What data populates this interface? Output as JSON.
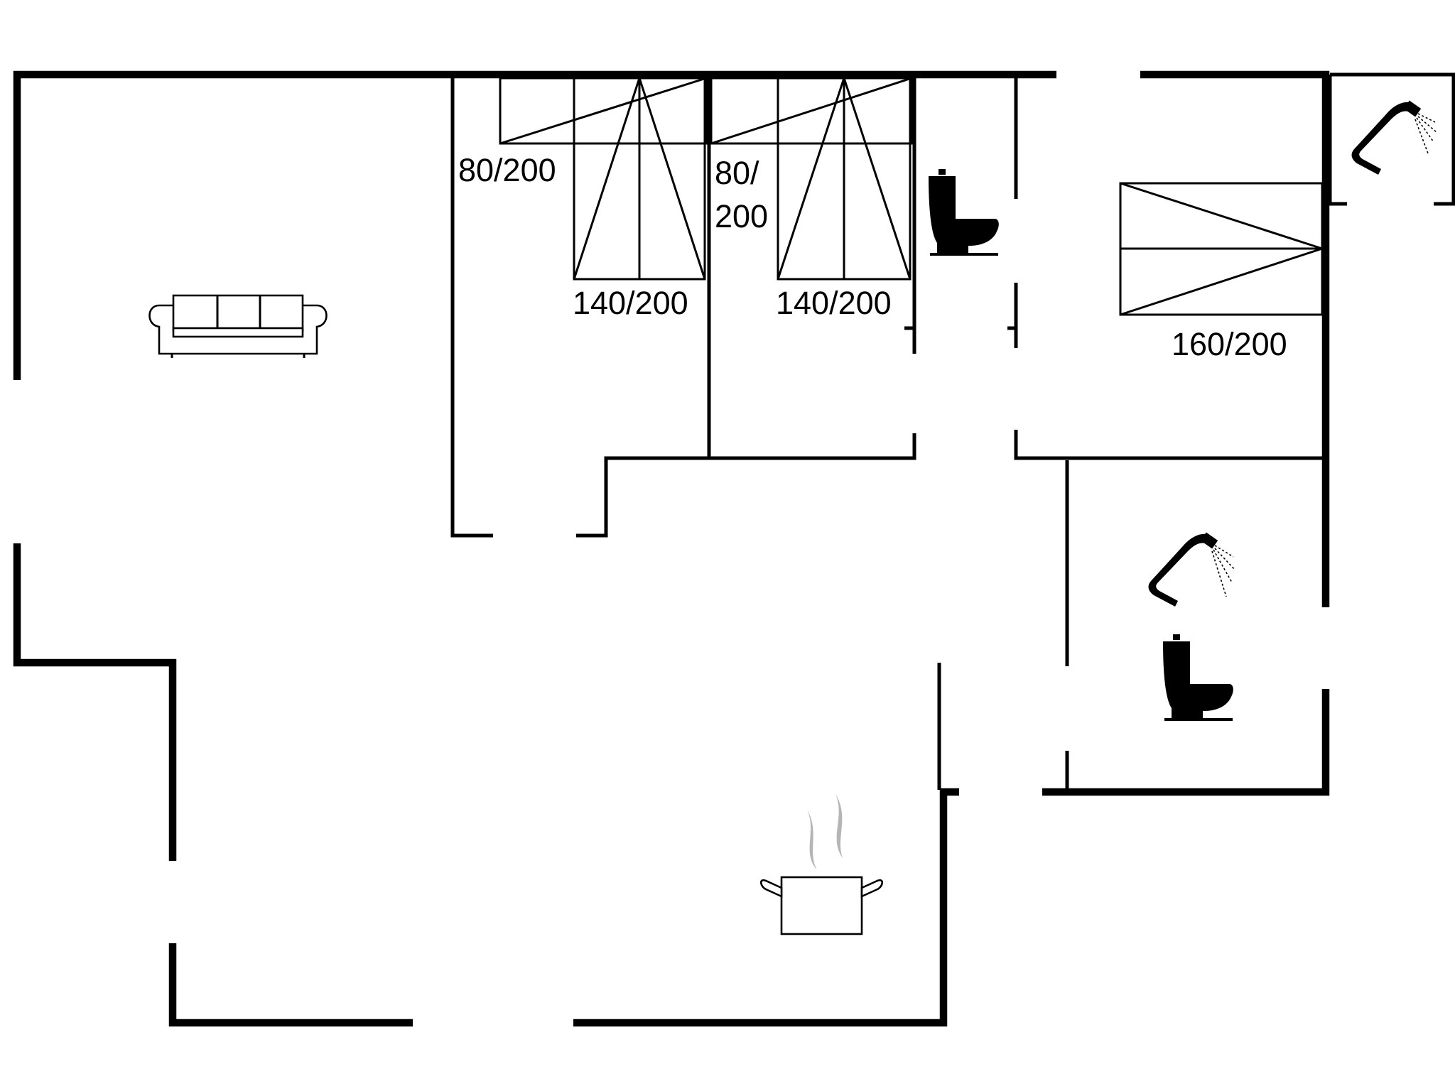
{
  "bed_labels": {
    "bed_80_a": "80/200",
    "bed_140_a": "140/200",
    "bed_80_b_line1": "80/",
    "bed_80_b_line2": "200",
    "bed_140_b": "140/200",
    "bed_160": "160/200"
  },
  "icons": [
    "sofa-icon",
    "toilet-icon",
    "shower-icon",
    "cooking-pot-icon"
  ],
  "colors": {
    "walls": "#000000",
    "background": "#ffffff",
    "steam": "#b5b5b5"
  }
}
